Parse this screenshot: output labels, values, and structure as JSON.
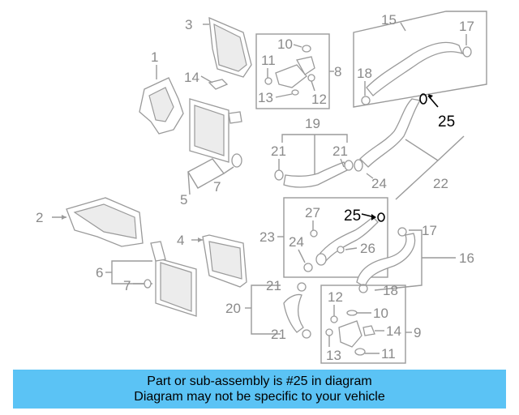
{
  "callouts": {
    "c1": "1",
    "c2": "2",
    "c3": "3",
    "c4": "4",
    "c5": "5",
    "c6": "6",
    "c7a": "7",
    "c7b": "7",
    "c8": "8",
    "c9": "9",
    "c10a": "10",
    "c10b": "10",
    "c11a": "11",
    "c11b": "11",
    "c12a": "12",
    "c12b": "12",
    "c13a": "13",
    "c13b": "13",
    "c14a": "14",
    "c14b": "14",
    "c15": "15",
    "c16": "16",
    "c17a": "17",
    "c17b": "17",
    "c18a": "18",
    "c18b": "18",
    "c19": "19",
    "c20": "20",
    "c21a": "21",
    "c21b": "21",
    "c21c": "21",
    "c21d": "21",
    "c22": "22",
    "c23": "23",
    "c24a": "24",
    "c24b": "24",
    "c25a": "25",
    "c25b": "25",
    "c26": "26",
    "c27": "27"
  },
  "highlight_part": "25",
  "colors": {
    "banner": "#5bc3f5",
    "lines": "#9a9a9a",
    "highlight": "#000000"
  },
  "banner": {
    "line1": "Part or sub-assembly is #25 in diagram",
    "line2": "Diagram may not be specific to your vehicle"
  }
}
